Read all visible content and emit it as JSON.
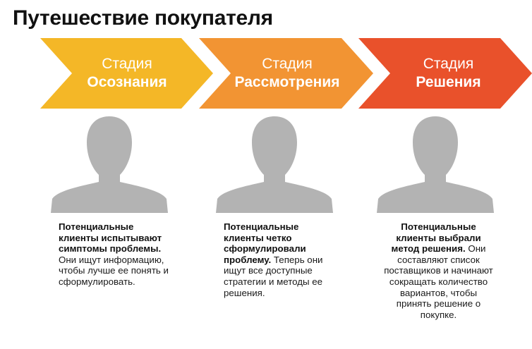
{
  "title": "Путешествие покупателя",
  "colors": {
    "stage1": "#f4b727",
    "stage2": "#f29433",
    "stage3": "#e9512b",
    "silhouette": "#b3b3b3"
  },
  "stages": [
    {
      "line1": "Стадия",
      "line2": "Осознания",
      "desc_bold": "Потенциальные клиенты испытывают симптомы проблемы.",
      "desc_rest": " Они ищут информацию, чтобы лучше ее понять и сформулировать.",
      "icon": "person-silhouette-icon"
    },
    {
      "line1": "Стадия",
      "line2": "Рассмотрения",
      "desc_bold": "Потенциальные клиенты четко сформулировали проблему.",
      "desc_rest": " Теперь они ищут все доступные стратегии и методы ее решения.",
      "icon": "person-silhouette-icon"
    },
    {
      "line1": "Стадия",
      "line2": "Решения",
      "desc_bold": "Потенциальные клиенты выбрали метод решения.",
      "desc_rest": " Они составляют список поставщиков и начинают сокращать количество вариантов, чтобы принять решение о покупке.",
      "icon": "person-silhouette-icon"
    }
  ]
}
